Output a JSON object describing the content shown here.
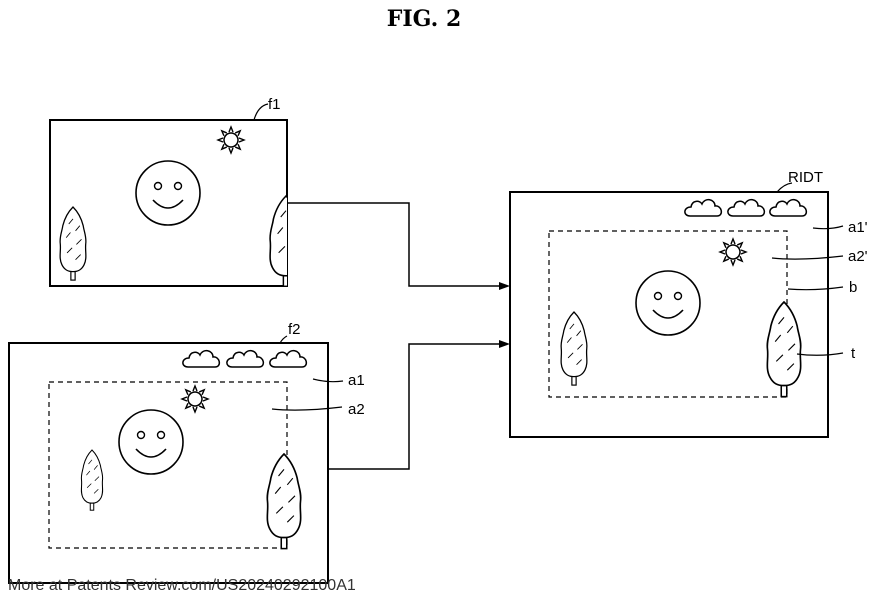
{
  "figure": {
    "title": "FIG. 2"
  },
  "labels": {
    "f1": "f1",
    "f2": "f2",
    "ridt": "RIDT",
    "a1": "a1",
    "a2": "a2",
    "a1_prime": "a1'",
    "a2_prime": "a2'",
    "b": "b",
    "t": "t"
  },
  "footer": {
    "source": "More at Patents Review.com/US20240292100A1"
  },
  "icons": [
    "sun-icon",
    "cloud-icon",
    "smiley-face-icon",
    "tree-icon"
  ],
  "colors": {
    "ink": "#000000",
    "background": "#ffffff",
    "footer_text": "#333333"
  }
}
